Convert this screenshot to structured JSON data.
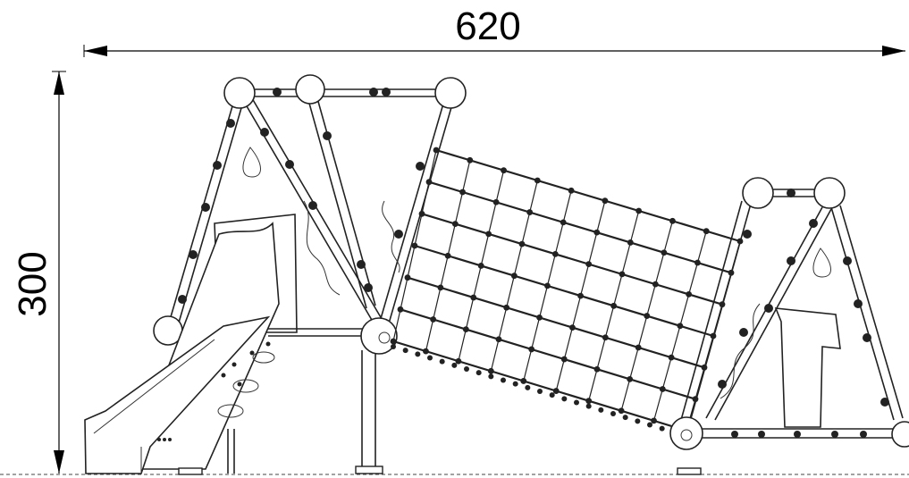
{
  "dimensions": {
    "width_label": "620",
    "height_label": "300"
  },
  "colors": {
    "line": "#222222",
    "background": "#ffffff"
  },
  "net": {
    "rows": 6,
    "cols": 9
  }
}
